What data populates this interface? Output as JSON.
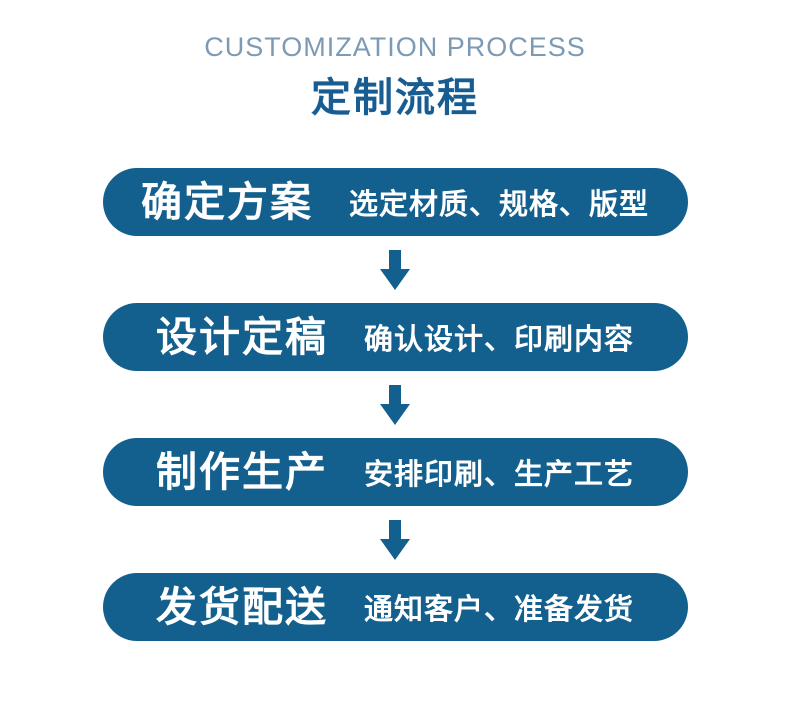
{
  "header": {
    "subtitle_en": "CUSTOMIZATION PROCESS",
    "title_cn": "定制流程"
  },
  "steps": [
    {
      "name": "确定方案",
      "desc": "选定材质、规格、版型"
    },
    {
      "name": "设计定稿",
      "desc": "确认设计、印刷内容"
    },
    {
      "name": "制作生产",
      "desc": "安排印刷、生产工艺"
    },
    {
      "name": "发货配送",
      "desc": "通知客户、准备发货"
    }
  ],
  "icons": {
    "between_steps": "down-arrow-icon"
  },
  "colors": {
    "pill_blue": "#13608f",
    "arrow_blue": "#13608f",
    "title_blue": "#175d92",
    "subtitle_blue": "#7d9ab5",
    "step_text": "#ffffff",
    "background": "#ffffff"
  }
}
